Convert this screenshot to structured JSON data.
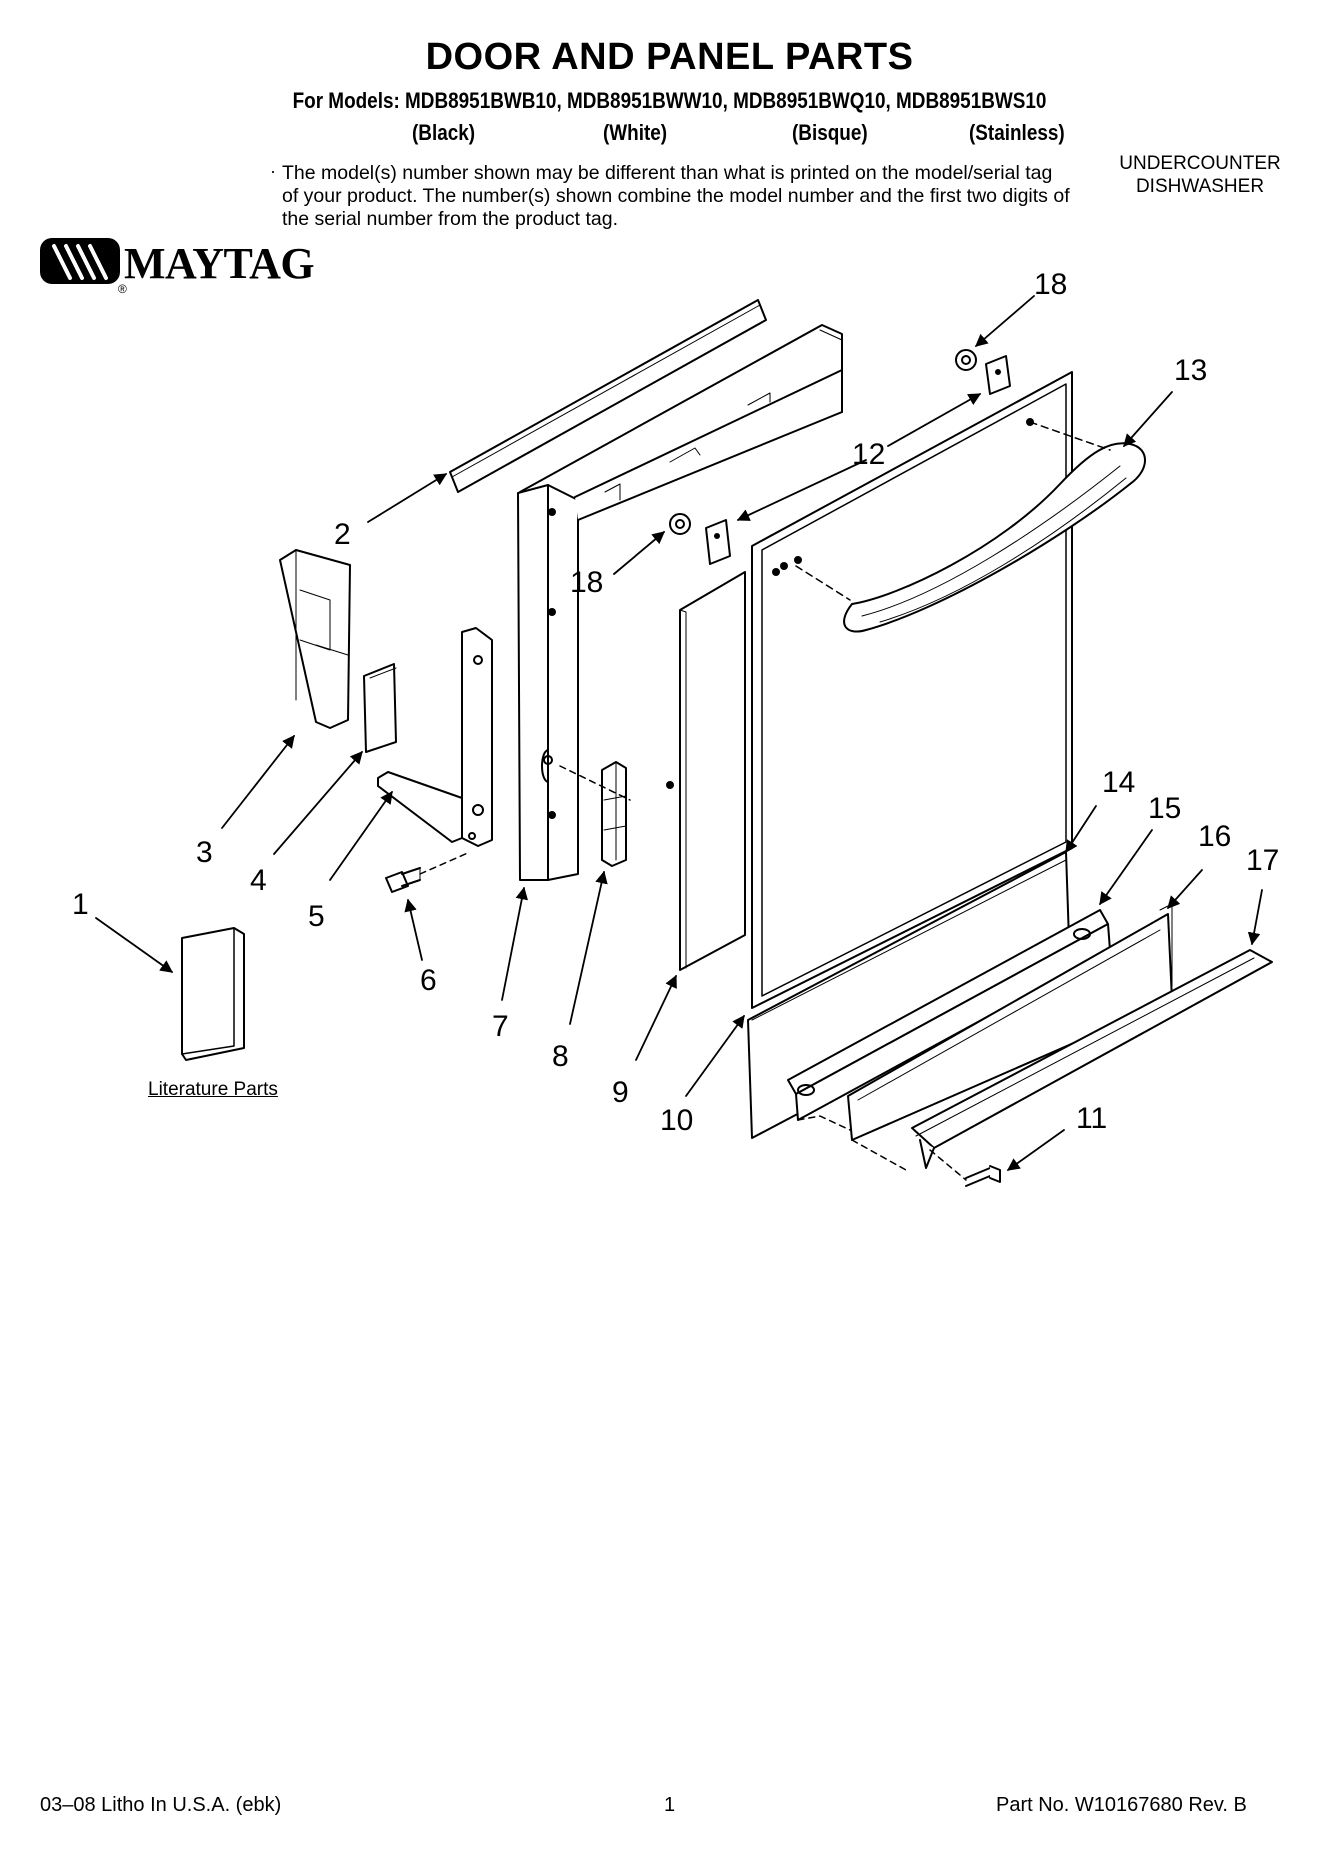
{
  "header": {
    "title": "DOOR AND PANEL PARTS",
    "models_line": "For Models: MDB8951BWB10, MDB8951BWW10, MDB8951BWQ10, MDB8951BWS10",
    "colors": [
      "(Black)",
      "(White)",
      "(Bisque)",
      "(Stainless)"
    ],
    "note": "The model(s) number shown may be different than what is printed on the model/serial tag of your product. The number(s) shown combine the model number and the first two digits of the serial number from the product tag.",
    "note_bullet": "·",
    "appliance_line1": "UNDERCOUNTER",
    "appliance_line2": "DISHWASHER"
  },
  "brand": {
    "name": "MAYTAG",
    "registered_mark": "®"
  },
  "diagram": {
    "callouts": [
      "1",
      "2",
      "3",
      "4",
      "5",
      "6",
      "7",
      "8",
      "9",
      "10",
      "11",
      "12",
      "13",
      "14",
      "15",
      "16",
      "17",
      "18",
      "18"
    ],
    "literature_label": "Literature Parts"
  },
  "footer": {
    "left": "03–08 Litho In U.S.A. (ebk)",
    "center": "1",
    "right": "Part No. W10167680 Rev. B"
  },
  "colors": {
    "ink": "#000000",
    "paper": "#ffffff",
    "shade": "#e6e6e6"
  }
}
